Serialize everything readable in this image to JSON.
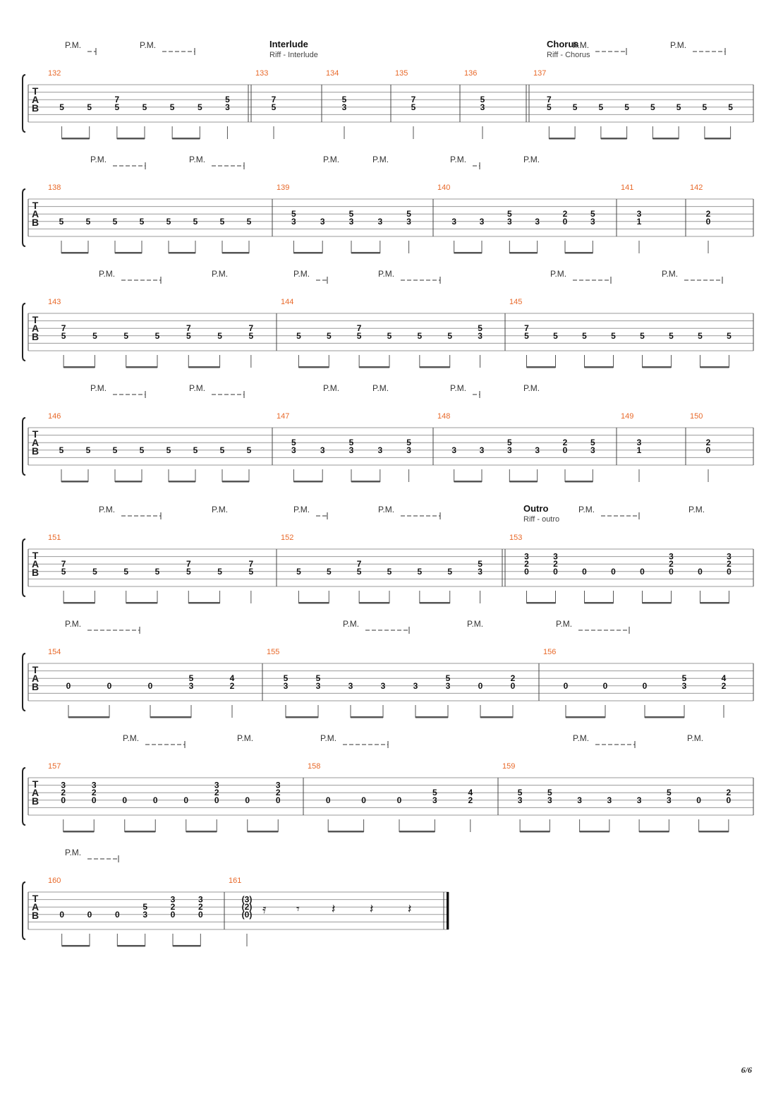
{
  "document": {
    "title": "",
    "page_label": "6/6"
  },
  "pm_label": "P.M.",
  "tab_clef": [
    "T",
    "A",
    "B"
  ],
  "sections": [
    {
      "name": "Interlude",
      "riff": "Riff - Interlude"
    },
    {
      "name": "Chorus",
      "riff": "Riff - Chorus"
    },
    {
      "name": "Outro",
      "riff": "Riff - outro"
    }
  ],
  "systems": [
    {
      "measures": [
        {
          "number": "132",
          "chords": [
            [
              "5"
            ],
            [
              "5"
            ],
            [
              "7",
              "5"
            ],
            [
              "5"
            ],
            [
              "5"
            ],
            [
              "5"
            ],
            [
              "5",
              "3"
            ]
          ]
        },
        {
          "number": "133",
          "chords": [
            [
              "7",
              "5"
            ]
          ]
        },
        {
          "number": "134",
          "chords": [
            [
              "5",
              "3"
            ]
          ]
        },
        {
          "number": "135",
          "chords": [
            [
              "7",
              "5"
            ]
          ]
        },
        {
          "number": "136",
          "chords": [
            [
              "5",
              "3"
            ]
          ]
        },
        {
          "number": "137",
          "chords": [
            [
              "7",
              "5"
            ],
            [
              "5"
            ],
            [
              "5"
            ],
            [
              "5"
            ],
            [
              "5"
            ],
            [
              "5"
            ],
            [
              "5"
            ],
            [
              "5"
            ]
          ]
        }
      ]
    },
    {
      "measures": [
        {
          "number": "138",
          "chords": [
            [
              "5"
            ],
            [
              "5"
            ],
            [
              "5"
            ],
            [
              "5"
            ],
            [
              "5"
            ],
            [
              "5"
            ],
            [
              "5"
            ],
            [
              "5"
            ]
          ]
        },
        {
          "number": "139",
          "chords": [
            [
              "5",
              "3"
            ],
            [
              "3"
            ],
            [
              "5",
              "3"
            ],
            [
              "3"
            ],
            [
              "5",
              "3"
            ]
          ]
        },
        {
          "number": "140",
          "chords": [
            [
              "3"
            ],
            [
              "3"
            ],
            [
              "5",
              "3"
            ],
            [
              "3"
            ],
            [
              "2",
              "0"
            ],
            [
              "5",
              "3"
            ]
          ]
        },
        {
          "number": "141",
          "chords": [
            [
              "3",
              "1"
            ]
          ]
        },
        {
          "number": "142",
          "chords": [
            [
              "2",
              "0"
            ]
          ]
        }
      ]
    },
    {
      "measures": [
        {
          "number": "143",
          "chords": [
            [
              "7",
              "5"
            ],
            [
              "5"
            ],
            [
              "5"
            ],
            [
              "5"
            ],
            [
              "7",
              "5"
            ],
            [
              "5"
            ],
            [
              "7",
              "5"
            ]
          ]
        },
        {
          "number": "144",
          "chords": [
            [
              "5"
            ],
            [
              "5"
            ],
            [
              "7",
              "5"
            ],
            [
              "5"
            ],
            [
              "5"
            ],
            [
              "5"
            ],
            [
              "5",
              "3"
            ]
          ]
        },
        {
          "number": "145",
          "chords": [
            [
              "7",
              "5"
            ],
            [
              "5"
            ],
            [
              "5"
            ],
            [
              "5"
            ],
            [
              "5"
            ],
            [
              "5"
            ],
            [
              "5"
            ],
            [
              "5"
            ]
          ]
        }
      ]
    },
    {
      "measures": [
        {
          "number": "146",
          "chords": [
            [
              "5"
            ],
            [
              "5"
            ],
            [
              "5"
            ],
            [
              "5"
            ],
            [
              "5"
            ],
            [
              "5"
            ],
            [
              "5"
            ],
            [
              "5"
            ]
          ]
        },
        {
          "number": "147",
          "chords": [
            [
              "5",
              "3"
            ],
            [
              "3"
            ],
            [
              "5",
              "3"
            ],
            [
              "3"
            ],
            [
              "5",
              "3"
            ]
          ]
        },
        {
          "number": "148",
          "chords": [
            [
              "3"
            ],
            [
              "3"
            ],
            [
              "5",
              "3"
            ],
            [
              "3"
            ],
            [
              "2",
              "0"
            ],
            [
              "5",
              "3"
            ]
          ]
        },
        {
          "number": "149",
          "chords": [
            [
              "3",
              "1"
            ]
          ]
        },
        {
          "number": "150",
          "chords": [
            [
              "2",
              "0"
            ]
          ]
        }
      ]
    },
    {
      "measures": [
        {
          "number": "151",
          "chords": [
            [
              "7",
              "5"
            ],
            [
              "5"
            ],
            [
              "5"
            ],
            [
              "5"
            ],
            [
              "7",
              "5"
            ],
            [
              "5"
            ],
            [
              "7",
              "5"
            ]
          ]
        },
        {
          "number": "152",
          "chords": [
            [
              "5"
            ],
            [
              "5"
            ],
            [
              "7",
              "5"
            ],
            [
              "5"
            ],
            [
              "5"
            ],
            [
              "5"
            ],
            [
              "5",
              "3"
            ]
          ]
        },
        {
          "number": "153",
          "chords": [
            [
              "3",
              "2",
              "0"
            ],
            [
              "3",
              "2",
              "0"
            ],
            [
              "0"
            ],
            [
              "0"
            ],
            [
              "0"
            ],
            [
              "3",
              "2",
              "0"
            ],
            [
              "0"
            ],
            [
              "3",
              "2",
              "0"
            ]
          ]
        }
      ]
    },
    {
      "measures": [
        {
          "number": "154",
          "chords": [
            [
              "0"
            ],
            [
              "0"
            ],
            [
              "0"
            ],
            [
              "5",
              "3"
            ],
            [
              "4",
              "2"
            ]
          ]
        },
        {
          "number": "155",
          "chords": [
            [
              "5",
              "3"
            ],
            [
              "5",
              "3"
            ],
            [
              "3"
            ],
            [
              "3"
            ],
            [
              "3"
            ],
            [
              "5",
              "3"
            ],
            [
              "0"
            ],
            [
              "2",
              "0"
            ]
          ]
        },
        {
          "number": "156",
          "chords": [
            [
              "0"
            ],
            [
              "0"
            ],
            [
              "0"
            ],
            [
              "5",
              "3"
            ],
            [
              "4",
              "2"
            ]
          ]
        }
      ]
    },
    {
      "measures": [
        {
          "number": "157",
          "chords": [
            [
              "3",
              "2",
              "0"
            ],
            [
              "3",
              "2",
              "0"
            ],
            [
              "0"
            ],
            [
              "0"
            ],
            [
              "0"
            ],
            [
              "3",
              "2",
              "0"
            ],
            [
              "0"
            ],
            [
              "3",
              "2",
              "0"
            ]
          ]
        },
        {
          "number": "158",
          "chords": [
            [
              "0"
            ],
            [
              "0"
            ],
            [
              "0"
            ],
            [
              "5",
              "3"
            ],
            [
              "4",
              "2"
            ]
          ]
        },
        {
          "number": "159",
          "chords": [
            [
              "5",
              "3"
            ],
            [
              "5",
              "3"
            ],
            [
              "3"
            ],
            [
              "3"
            ],
            [
              "3"
            ],
            [
              "5",
              "3"
            ],
            [
              "0"
            ],
            [
              "2",
              "0"
            ]
          ]
        }
      ]
    },
    {
      "measures": [
        {
          "number": "160",
          "chords": [
            [
              "0"
            ],
            [
              "0"
            ],
            [
              "0"
            ],
            [
              "5",
              "3"
            ],
            [
              "3",
              "2",
              "0"
            ],
            [
              "3",
              "2",
              "0"
            ]
          ]
        },
        {
          "number": "161",
          "chords": [
            [
              "(3)",
              "(2)",
              "(0)"
            ]
          ]
        }
      ]
    }
  ]
}
